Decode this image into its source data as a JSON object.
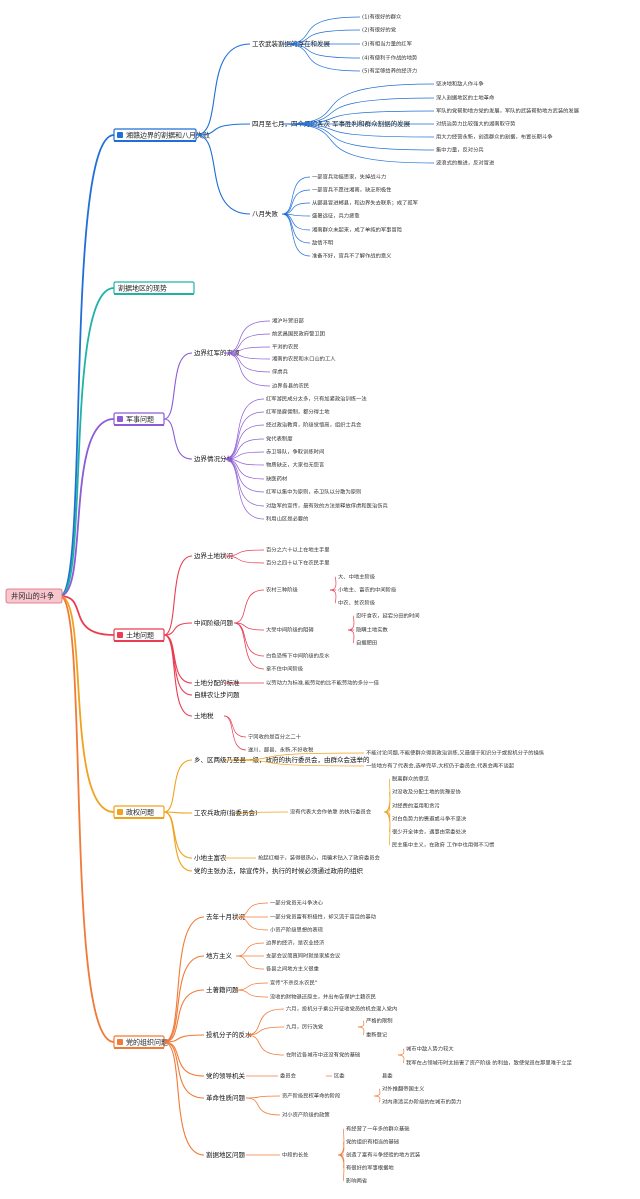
{
  "root": "井冈山的斗争",
  "colors": {
    "blue": "#1f6fd6",
    "teal": "#1fb3a5",
    "purple": "#8c5bd6",
    "red": "#ea3c52",
    "orange": "#f0a21e",
    "orange2": "#f07a36",
    "root_bg": "#f8c6cd",
    "box_bg": "#ffffff"
  },
  "icons": {
    "branch1": "square-icon",
    "branch3": "pencil-icon",
    "branch4": "flag-icon",
    "branch5": "pencil-icon",
    "branch6": "globe-icon"
  },
  "branches": [
    {
      "label": "湘赣边界的割据和八月失败",
      "children": [
        {
          "label": "工农武装割据的存在和发展",
          "children": [
            {
              "label": "(1)有很好的群众"
            },
            {
              "label": "(2)有很好的党"
            },
            {
              "label": "(3)有相当力量的红军"
            },
            {
              "label": "(4)有便利于作战的地势"
            },
            {
              "label": "(5)有足够给养的经济力"
            }
          ]
        },
        {
          "label": "四月至七月，四个月的各次 军事胜利和群众割据的发展",
          "children": [
            {
              "label": "坚决地和敌人作斗争"
            },
            {
              "label": "深入割据地区的土地革命"
            },
            {
              "label": "军队的党帮助地方党的发展，军队的武装帮助地方武装的发展"
            },
            {
              "label": "对统治势力比较强大的湖南取守势"
            },
            {
              "label": "用大力经营永新，创造群众的割据，布置长期斗争"
            },
            {
              "label": "集中力量，反对分兵"
            },
            {
              "label": "波浪式的推进，反对冒进"
            }
          ]
        },
        {
          "label": "八月失败",
          "children": [
            {
              "label": "一部官兵动摇思家，失掉战斗力"
            },
            {
              "label": "一部官兵不愿往湘南，缺乏积极性"
            },
            {
              "label": "从酃县冒进郴县，和边界失去联系；成了孤军"
            },
            {
              "label": "盛暑远征，兵力疲惫"
            },
            {
              "label": "湘南群众未起来，成了单纯的军事冒险"
            },
            {
              "label": "敌情不明"
            },
            {
              "label": "准备不好，官兵不了解作战的意义"
            }
          ]
        }
      ]
    },
    {
      "label": "割据地区的现势",
      "children": []
    },
    {
      "label": "军事问题",
      "children": [
        {
          "label": "边界红军的来源",
          "children": [
            {
              "label": "湘沪叶贺旧部"
            },
            {
              "label": "前武昌国民政府警卫团"
            },
            {
              "label": "平浏的农民"
            },
            {
              "label": "湘南的农民和水口山的工人"
            },
            {
              "label": "俘虏兵"
            },
            {
              "label": "边界各县的农民"
            }
          ]
        },
        {
          "label": "边界情况分析",
          "children": [
            {
              "label": "红军游民成分太多，只有加紧政治训练一法"
            },
            {
              "label": "红军是雇佣制，都分得土地"
            },
            {
              "label": "经过政治教育，阶级觉悟高，组织士兵会"
            },
            {
              "label": "党代表制度"
            },
            {
              "label": "赤卫导队，争取训练时间"
            },
            {
              "label": "物质缺乏，大家也无怨言"
            },
            {
              "label": "缺医药材"
            },
            {
              "label": "红军以集中为原则，赤卫队以分散为原则"
            },
            {
              "label": "对敌军的宣传，最有效的方法是释放俘虏和医治伤兵"
            },
            {
              "label": "利用山区是必要的"
            }
          ]
        }
      ]
    },
    {
      "label": "土地问题",
      "children": [
        {
          "label": "边界土地状况",
          "children": [
            {
              "label": "百分之六十以上在地主手里"
            },
            {
              "label": "百分之四十以下在农民手里"
            }
          ]
        },
        {
          "label": "中间阶级问题",
          "children": [
            {
              "label": "农村三种阶级",
              "children": [
                {
                  "label": "大、中地主阶级"
                },
                {
                  "label": "小地主、富农的中间阶级"
                },
                {
                  "label": "中农、贫农阶级"
                }
              ]
            },
            {
              "label": "大受中间阶级的阻碍",
              "children": [
                {
                  "label": "忍吁食农，延宕分田的时间"
                },
                {
                  "label": "隐瞒土地实数"
                },
                {
                  "label": "自据肥田"
                }
              ]
            },
            {
              "label": "白色恐怖下中间阶级的反水",
              "children": []
            },
            {
              "label": "拿不住中间阶级",
              "children": []
            }
          ]
        },
        {
          "label": "土地分配的标准",
          "children": [
            {
              "label": "以劳动力为标准,能劳动的比不能劳动的多分一倍"
            }
          ]
        },
        {
          "label": "自耕农让步问题",
          "children": []
        },
        {
          "label": "土地税",
          "children": [
            {
              "label": "宁冈收的是百分之二十"
            },
            {
              "label": "遂川、酃县、永新,不好收税"
            }
          ]
        }
      ]
    },
    {
      "label": "政权问题",
      "children": [
        {
          "label": "乡、区两级乃至县一级，政府的执行委员会，由群众会选举的",
          "children": [
            {
              "label": "不能讨论问题,不能使群众得到政治训练,又最便于知识分子或投机分子的操纵"
            },
            {
              "label": "一些地方有了代表会,选举完毕,大权仍于委员会,代表会再不谈起"
            }
          ]
        },
        {
          "label": "工农兵政府(指委员会)",
          "children": [
            {
              "label": "没有代表大会作依靠 的执行委员会",
              "children": [
                {
                  "label": "脱离群众的意见"
                },
                {
                  "label": "对没收及分配土地的犹豫妥协"
                },
                {
                  "label": "对经费的滥用和贪污"
                },
                {
                  "label": "对白色势力的畏避或斗争不坚决"
                },
                {
                  "label": "很少开全体会，遇事由常委处决"
                },
                {
                  "label": "民主集中主义，在政府 工作中也用得不习惯"
                }
              ]
            }
          ]
        },
        {
          "label": "小地主富农",
          "children": [
            {
              "label": "抢起红帽子，装得很热心，用骗术钻入了政府委员会"
            }
          ]
        },
        {
          "label": "党的主张办法，除宣传外，执行的时候必须通过政府的组织",
          "children": []
        }
      ]
    },
    {
      "label": "党的组织问题",
      "children": [
        {
          "label": "去年十月状况",
          "children": [
            {
              "label": "一部分党员无斗争决心"
            },
            {
              "label": "一部分党员富有积极性，却又流于盲目的暴动"
            },
            {
              "label": "小资产阶级思想的表现"
            }
          ]
        },
        {
          "label": "地方主义",
          "children": [
            {
              "label": "边界的经济，是农业经济"
            },
            {
              "label": "支部会议简直同时就是家族会议"
            },
            {
              "label": "各县之间地方主义很重"
            }
          ]
        },
        {
          "label": "土著籍问题",
          "children": [
            {
              "label": "宣传\"不杀反水农民\""
            },
            {
              "label": "没收的财物退还原主，并出布告保护土籍农民"
            }
          ]
        },
        {
          "label": "投机分子的反水",
          "children": [
            {
              "label": "六月，投机分子乘公开征收党员的机会混入党内",
              "children": []
            },
            {
              "label": "九月，厉行洗党",
              "children": [
                {
                  "label": "严格的限制"
                },
                {
                  "label": "重新登记"
                }
              ]
            },
            {
              "label": "在附近各城市中还没有党的基础",
              "children": [
                {
                  "label": "城市中敌人势力较大"
                },
                {
                  "label": "我军在占领城市时太损害了资产阶级 的利益，致使党员在那里难于立足"
                }
              ]
            }
          ]
        },
        {
          "label": "党的领导机关",
          "children": [
            {
              "label": "委员会",
              "children": [
                {
                  "label": "区委",
                  "children": [
                    {
                      "label": "县委"
                    }
                  ]
                }
              ]
            }
          ]
        },
        {
          "label": "革命性质问题",
          "children": [
            {
              "label": "资产阶级民权革命的阶段",
              "children": [
                {
                  "label": "对外推翻帝国主义"
                },
                {
                  "label": "对内肃清买办阶级的在城市的势力"
                }
              ]
            },
            {
              "label": "对小资产阶级的政策",
              "children": []
            }
          ]
        },
        {
          "label": "割据地区问题",
          "children": [
            {
              "label": "中段的长处",
              "children": [
                {
                  "label": "有经营了一年多的群众基础"
                },
                {
                  "label": "党的组织有相当的基础"
                },
                {
                  "label": "创造了富有斗争经验的地方武装"
                },
                {
                  "label": "有很好的军事根据地"
                },
                {
                  "label": "影响两省"
                }
              ]
            }
          ]
        }
      ]
    }
  ]
}
